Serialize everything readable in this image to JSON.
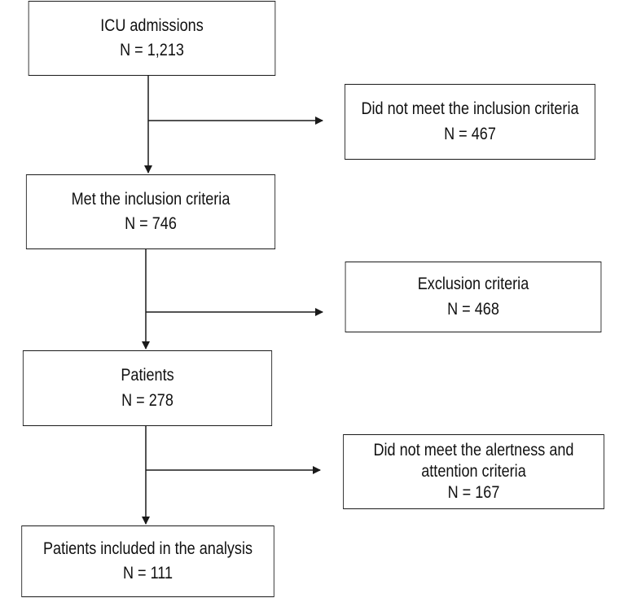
{
  "flowchart": {
    "main": [
      {
        "label": "ICU admissions",
        "count": "N = 1,213"
      },
      {
        "label": "Met the inclusion criteria",
        "count": "N = 746"
      },
      {
        "label": "Patients",
        "count": "N = 278"
      },
      {
        "label": "Patients included in the analysis",
        "count": "N = 111"
      }
    ],
    "side": [
      {
        "label": "Did not meet the inclusion criteria",
        "count": "N = 467"
      },
      {
        "label": "Exclusion criteria",
        "count": "N = 468"
      },
      {
        "label": "Did not meet the alertness and attention criteria",
        "count": "N = 167"
      }
    ]
  }
}
